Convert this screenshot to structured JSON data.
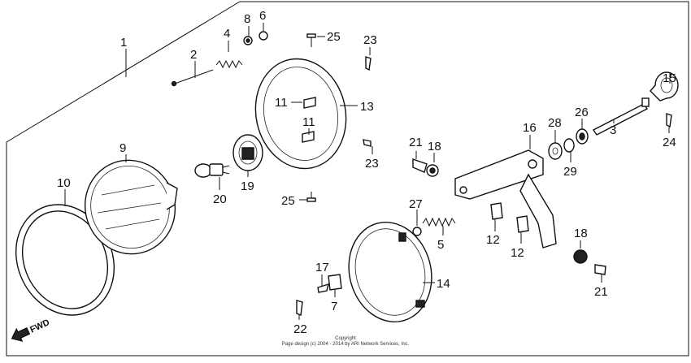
{
  "callouts": {
    "c1": "1",
    "c2": "2",
    "c3": "3",
    "c4": "4",
    "c5": "5",
    "c6": "6",
    "c7": "7",
    "c8": "8",
    "c9": "9",
    "c10": "10",
    "c11a": "11",
    "c11b": "11",
    "c12a": "12",
    "c12b": "12",
    "c13": "13",
    "c14": "14",
    "c15": "15",
    "c16": "16",
    "c17": "17",
    "c18a": "18",
    "c18b": "18",
    "c19": "19",
    "c20": "20",
    "c21a": "21",
    "c21b": "21",
    "c22": "22",
    "c23a": "23",
    "c23b": "23",
    "c24": "24",
    "c25a": "25",
    "c25b": "25",
    "c26": "26",
    "c27": "27",
    "c28": "28",
    "c29": "29"
  },
  "direction_label": "FWD",
  "copyright": {
    "line1": "Copyright",
    "line2": "Page design (c) 2004 - 2014 by ARI Network Services, Inc."
  }
}
